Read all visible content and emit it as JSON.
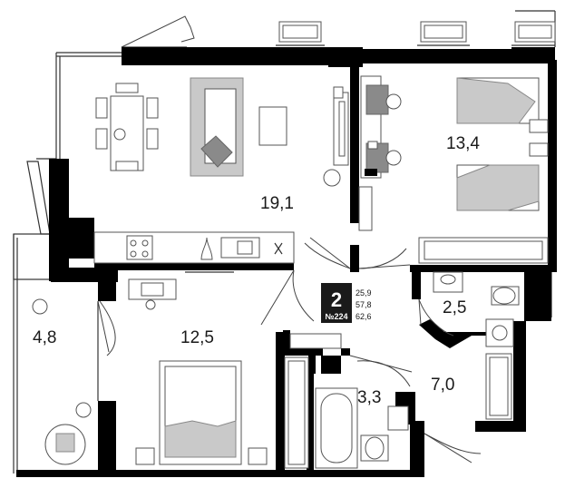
{
  "rooms": [
    {
      "id": "living",
      "area": "19,1"
    },
    {
      "id": "bedroom-right",
      "area": "13,4"
    },
    {
      "id": "bathroom-top",
      "area": "2,5"
    },
    {
      "id": "balcony",
      "area": "4,8"
    },
    {
      "id": "bedroom-main",
      "area": "12,5"
    },
    {
      "id": "bathroom-bottom",
      "area": "3,3"
    },
    {
      "id": "hallway",
      "area": "7,0"
    }
  ],
  "badge": {
    "rooms_count": "2",
    "apartment_number": "№224",
    "areas": [
      "25,9",
      "57,8",
      "62,6"
    ]
  },
  "colors": {
    "wall": "#000000",
    "furniture_fill": "#c9c9c9",
    "badge_fill": "#1a1a1a"
  }
}
